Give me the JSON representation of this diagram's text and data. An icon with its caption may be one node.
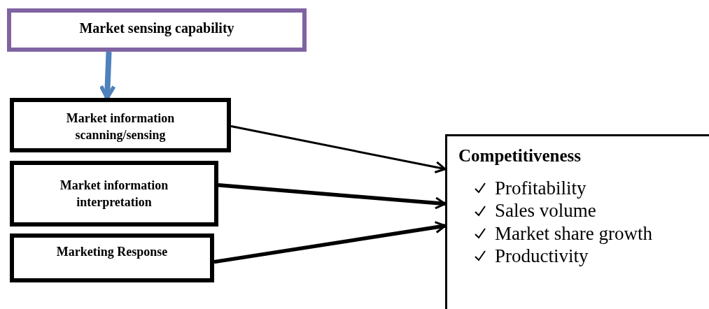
{
  "diagram": {
    "nodes": [
      {
        "text": [
          "Market sensing capability"
        ]
      },
      {
        "text": [
          "Market information scanning/sensing"
        ]
      },
      {
        "text": [
          "Market information interpretation"
        ]
      },
      {
        "text": [
          "Marketing Response"
        ]
      },
      {
        "text": [
          "Competitiveness",
          "Profitability",
          "Sales volume",
          "Market share growth",
          "Productivity"
        ]
      }
    ],
    "edges": [
      {
        "from": 0,
        "to": 1,
        "arrow": "to",
        "color": "#4f81bd"
      },
      {
        "from": 1,
        "to": 4,
        "arrow": "to"
      },
      {
        "from": 2,
        "to": 4,
        "arrow": "to"
      },
      {
        "from": 3,
        "to": 4,
        "arrow": "to"
      }
    ]
  }
}
